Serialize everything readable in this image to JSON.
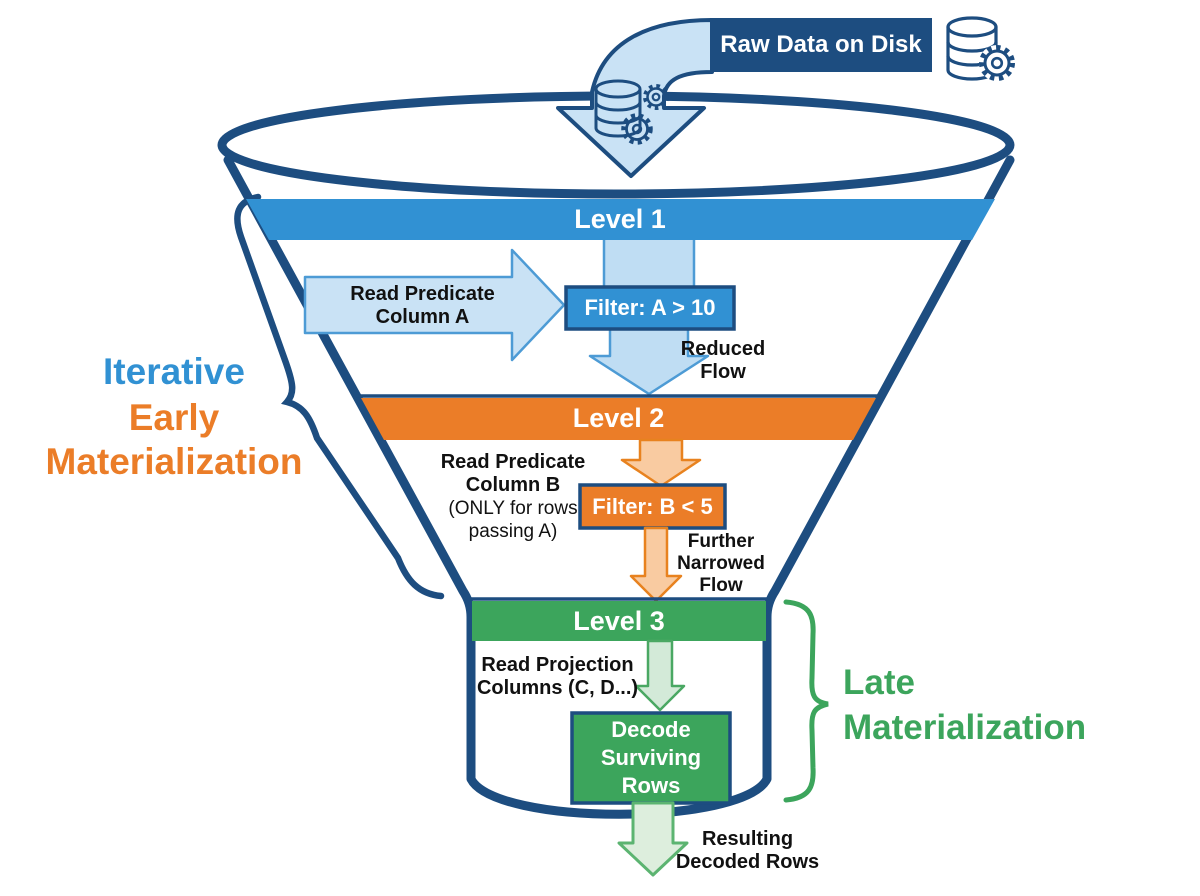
{
  "colors": {
    "navy": "#1d4d80",
    "blue": "#3191d3",
    "light_blue": "#c9e2f5",
    "band_blue": "#bfddf3",
    "blue_border": "#4d9bd5",
    "orange": "#eb7d28",
    "light_orange": "#f9cba1",
    "orange_border": "#e8821f",
    "green": "#3ca55c",
    "light_green": "#d3ead8",
    "green_border": "#4aa863",
    "pale_green": "#ddeedd",
    "pale_green_border": "#5cb471",
    "text": "#111111"
  },
  "source": {
    "label": "Raw Data on Disk",
    "icon": "database-with-gear-icon",
    "ingest_icon": "database-with-gears-icon"
  },
  "funnel": {
    "level1": {
      "bar_label": "Level 1",
      "read_label": "Read Predicate\nColumn A",
      "filter_label": "Filter: A > 10",
      "flow_label": "Reduced\nFlow"
    },
    "level2": {
      "bar_label": "Level 2",
      "read_label": "Read Predicate\nColumn B",
      "read_note": "(ONLY for rows\npassing A)",
      "filter_label": "Filter: B < 5",
      "flow_label": "Further\nNarrowed\nFlow"
    },
    "level3": {
      "bar_label": "Level 3",
      "read_label": "Read Projection\nColumns (C, D...)",
      "decode_label": "Decode\nSurviving\nRows",
      "flow_label": "Resulting\nDecoded Rows"
    }
  },
  "annotations": {
    "early_line1": "Iterative",
    "early_line2": "Early\nMaterialization",
    "late": "Late\nMaterialization"
  }
}
